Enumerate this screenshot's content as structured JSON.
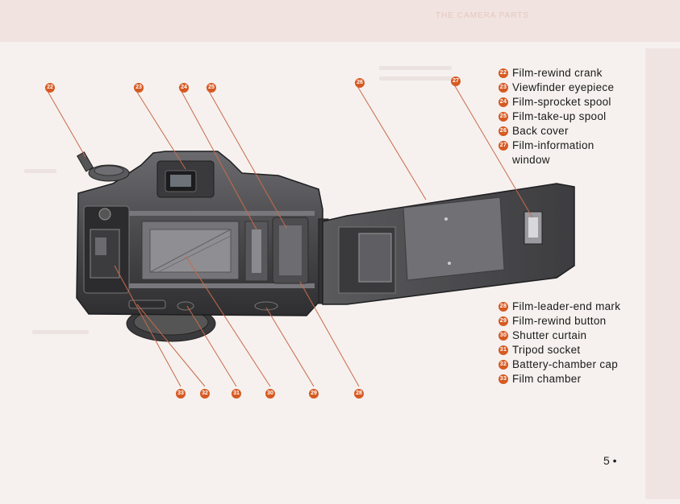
{
  "page": {
    "header_text": "THE CAMERA PARTS",
    "page_number": "5 •"
  },
  "legend_top": [
    {
      "num": "22",
      "label": "Film-rewind crank"
    },
    {
      "num": "23",
      "label": "Viewfinder eyepiece"
    },
    {
      "num": "24",
      "label": "Film-sprocket spool"
    },
    {
      "num": "25",
      "label": "Film-take-up spool"
    },
    {
      "num": "26",
      "label": "Back cover"
    },
    {
      "num": "27",
      "label": "Film-information window"
    }
  ],
  "legend_bottom": [
    {
      "num": "28",
      "label": "Film-leader-end mark"
    },
    {
      "num": "29",
      "label": "Film-rewind button"
    },
    {
      "num": "30",
      "label": "Shutter curtain"
    },
    {
      "num": "31",
      "label": "Tripod socket"
    },
    {
      "num": "32",
      "label": "Battery-chamber cap"
    },
    {
      "num": "33",
      "label": "Film chamber"
    }
  ],
  "callouts_top": [
    "22",
    "23",
    "24",
    "25",
    "26",
    "27"
  ],
  "callouts_bottom": [
    "33",
    "32",
    "31",
    "30",
    "29",
    "28"
  ],
  "colors": {
    "badge": "#d65a22",
    "leader_line": "#c96a4a",
    "camera_body": "#4a4a4c",
    "camera_dark": "#2b2b2d",
    "camera_light": "#8a8a8e"
  }
}
